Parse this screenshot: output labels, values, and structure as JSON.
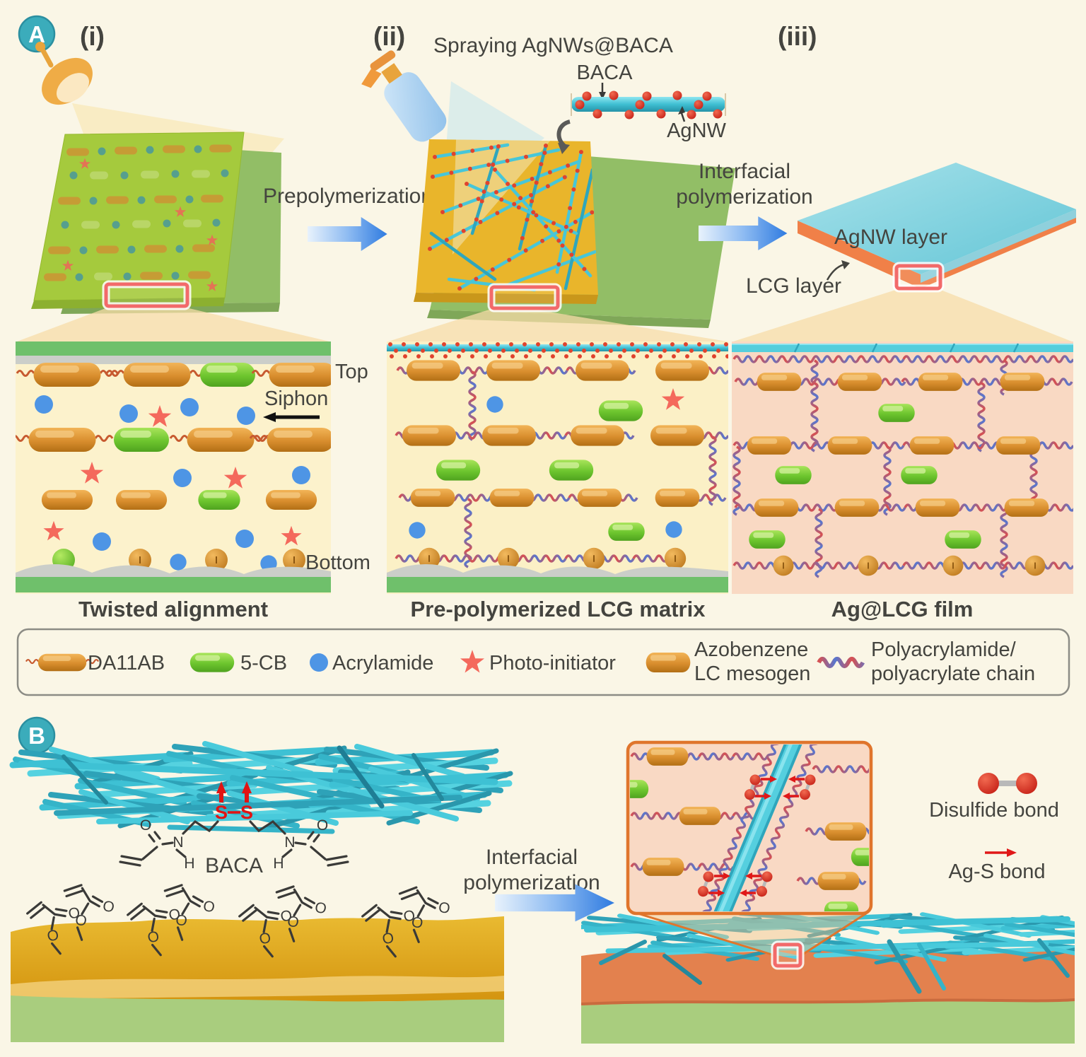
{
  "colors": {
    "background": "#FAF6E6",
    "badge_teal": "#3BACBB",
    "arrow_blue": "#2F7BE0",
    "nanowire_cyan": "#41C0D4",
    "lcg_orange": "#EE8350",
    "mesogen_orange": "#D98A2B",
    "capsule_green": "#76CE33",
    "acrylamide_blue": "#4E95E5",
    "photoinitiator_red": "#F4695C",
    "chain_red": "#D9504F",
    "chain_blue": "#5677D0",
    "substrate_green": "#92BE66",
    "gold_slab": "#E9B52B"
  },
  "panel_a": {
    "badge": "A",
    "step_i": "(i)",
    "step_ii": "(ii)",
    "step_iii": "(iii)",
    "spray_label": "Spraying AgNWs@BACA",
    "baca_label": "BACA",
    "agnw_label": "AgNW",
    "arrow1_label": "Prepolymerization",
    "arrow2_line1": "Interfacial",
    "arrow2_line2": "polymerization",
    "film_top_label": "AgNW layer",
    "film_bottom_label": "LCG layer",
    "inset1": {
      "top_label": "Top",
      "siphon_label": "Siphon",
      "bottom_label": "Bottom",
      "caption": "Twisted alignment"
    },
    "inset2": {
      "caption": "Pre-polymerized LCG matrix"
    },
    "inset3": {
      "caption": "Ag@LCG film"
    }
  },
  "legend": {
    "items": [
      {
        "label": "DA11AB"
      },
      {
        "label": "5-CB"
      },
      {
        "label": "Acrylamide"
      },
      {
        "label": "Photo-initiator"
      },
      {
        "line1": "Azobenzene",
        "line2": "LC mesogen"
      },
      {
        "line1": "Polyacrylamide/",
        "line2": "polyacrylate chain"
      }
    ]
  },
  "panel_b": {
    "badge": "B",
    "s_label": "S",
    "baca_label": "BACA",
    "atoms": {
      "o": "O",
      "n": "N",
      "h": "H"
    },
    "arrow_line1": "Interfacial",
    "arrow_line2": "polymerization",
    "disulfide_label": "Disulfide bond",
    "ags_label": "Ag-S bond"
  }
}
